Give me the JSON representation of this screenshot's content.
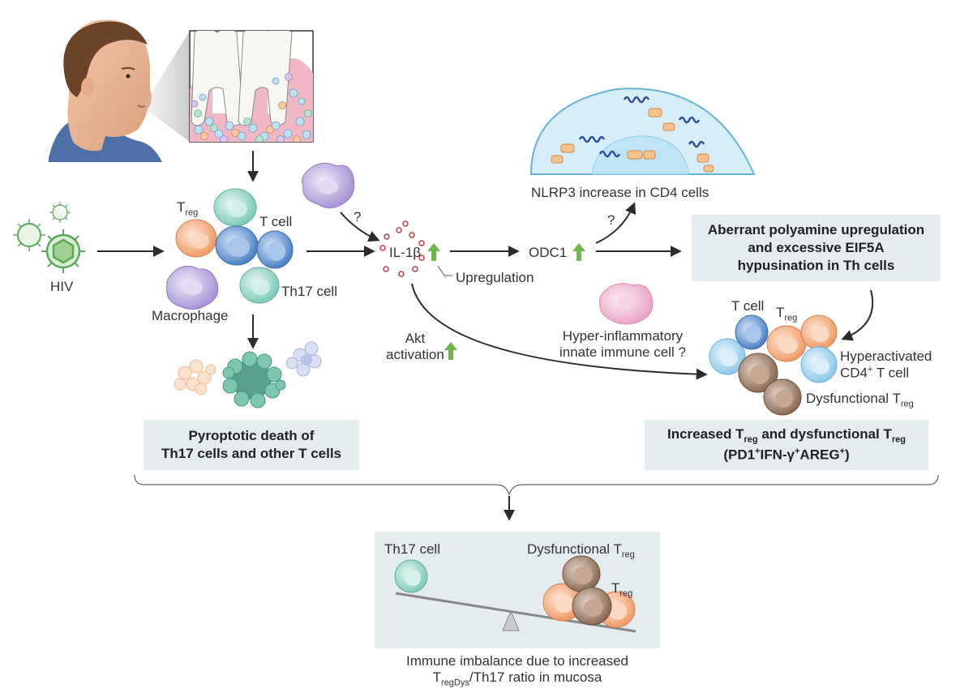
{
  "labels": {
    "hiv": "HIV",
    "treg_base": "T",
    "treg_sub": "reg",
    "t_cell": "T cell",
    "th17_cell": "Th17 cell",
    "macrophage": "Macrophage",
    "question1": "?",
    "question2": "?",
    "il1b": "IL-1β",
    "upregulation": "Upregulation",
    "odc1": "ODC1",
    "nlrp3": "NLRP3 increase in CD4 cells",
    "akt_line1": "Akt",
    "akt_line2": "activation",
    "hyper_innate_line1": "Hyper-inflammatory",
    "hyper_innate_line2": "innate immune cell ?",
    "t_cell_right": "T cell",
    "hyperactivated_line1": "Hyperactivated",
    "hyperactivated_line2": "CD4",
    "hyperactivated_sup": "+",
    "hyperactivated_line2_end": " T cell",
    "dysfunctional_base": "Dysfunctional T",
    "dysfunctional_sub": "reg",
    "bottom_th17": "Th17 cell",
    "bottom_dysfunctional_base": "Dysfunctional T",
    "bottom_dysfunctional_sub": "reg",
    "bottom_treg_base": "T",
    "bottom_treg_sub": "reg",
    "caption_line1": "Immune imbalance due to increased",
    "caption_t": "T",
    "caption_sub": "regDys",
    "caption_rest": "/Th17 ratio in mucosa"
  },
  "boxes": {
    "polyamine_line1": "Aberrant polyamine upregulation",
    "polyamine_line2": "and excessive EIF5A",
    "polyamine_line3": "hypusination in Th cells",
    "pyroptotic_line1": "Pyroptotic death of",
    "pyroptotic_line2": "Th17 cells and other T cells",
    "increased_a": "Increased T",
    "increased_sub1": "reg",
    "increased_b": " and dysfunctional T",
    "increased_sub2": "reg",
    "increased_line2_a": "(PD1",
    "increased_sup1": "+",
    "increased_line2_b": "IFN-γ",
    "increased_sup2": "+",
    "increased_line2_c": "AREG",
    "increased_sup3": "+",
    "increased_line2_d": ")"
  },
  "colors": {
    "treg": "#f2a97b",
    "t_cell": "#5b8fcf",
    "th17": "#8fd3c3",
    "macrophage": "#b9a9dc",
    "dysfunctional_treg": "#9a7a66",
    "hyperactivated": "#9fd2ec",
    "virus": "#5aa85a",
    "arrow": "#2b2b2b",
    "up_arrow": "#6cb84a",
    "box_bg": "#e4ecef",
    "nucleus_bg": "#c8e8f5"
  }
}
